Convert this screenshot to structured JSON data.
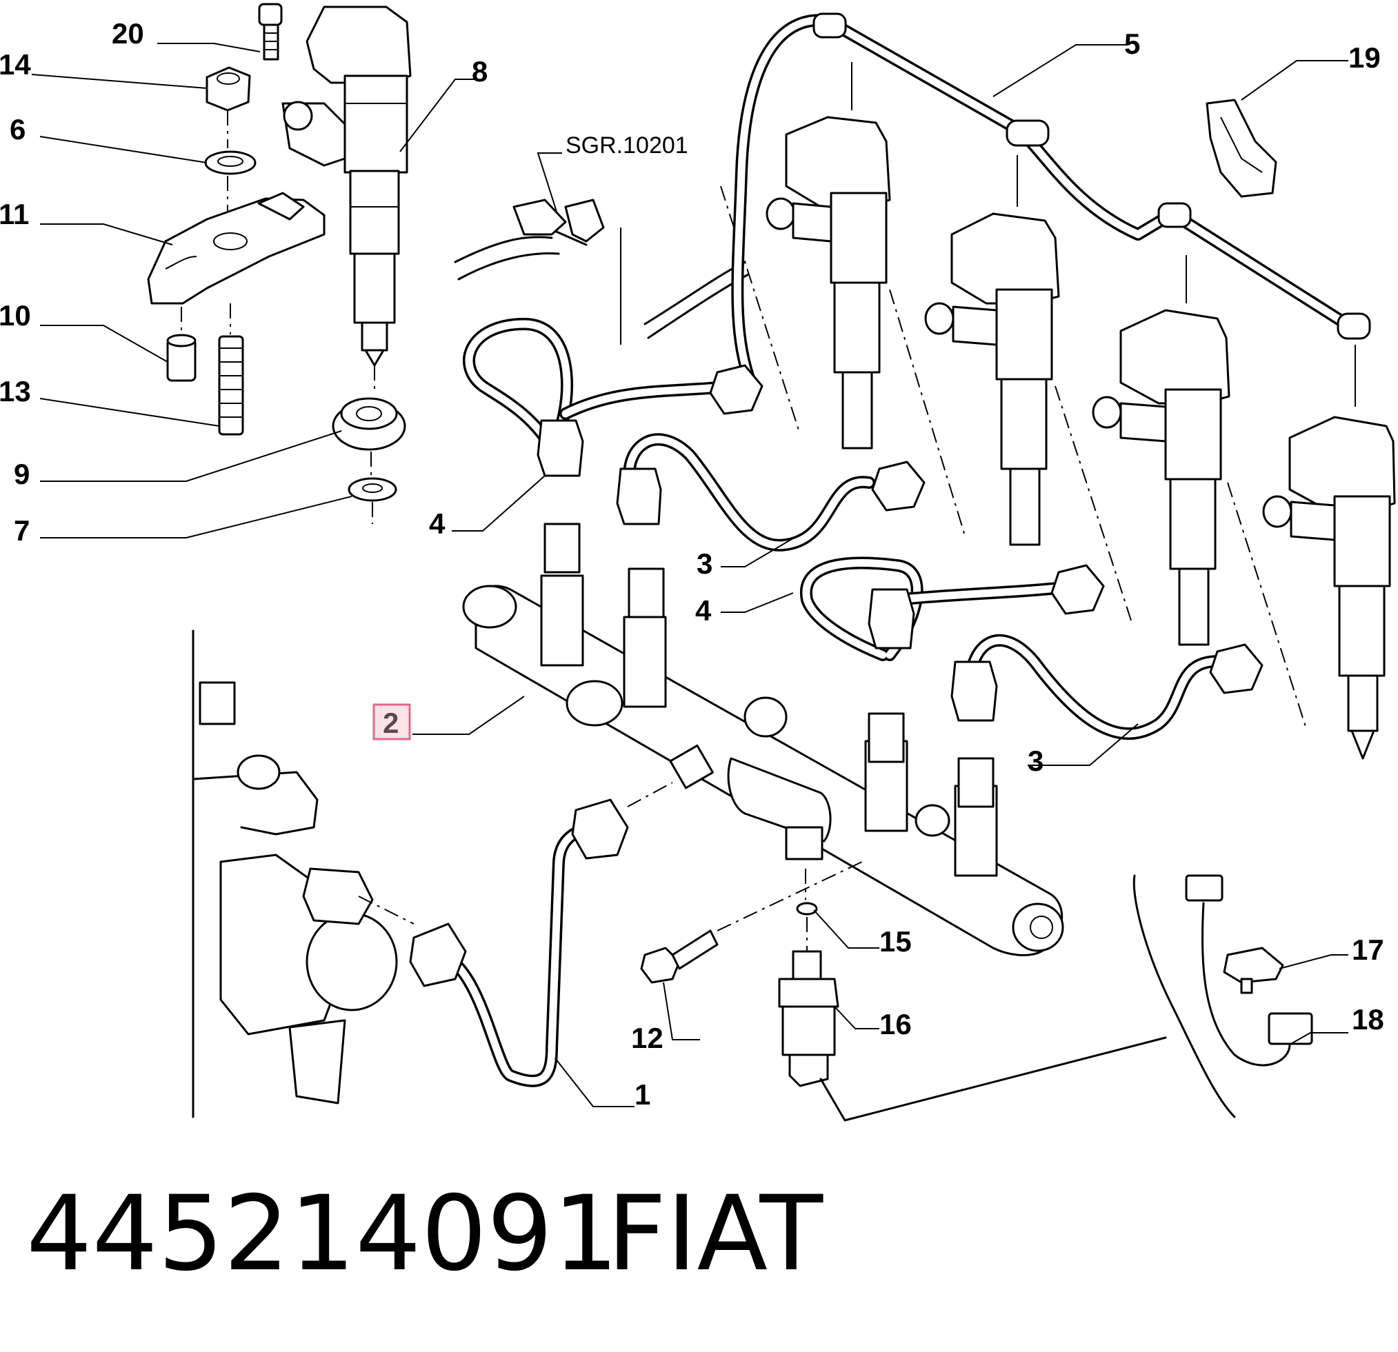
{
  "diagram": {
    "reference": "SGR.10201",
    "callouts": {
      "c1": "1",
      "c2": "2",
      "c3a": "3",
      "c3b": "3",
      "c4a": "4",
      "c4b": "4",
      "c5": "5",
      "c6": "6",
      "c7": "7",
      "c8": "8",
      "c9": "9",
      "c10": "10",
      "c11": "11",
      "c12": "12",
      "c13": "13",
      "c14": "14",
      "c15": "15",
      "c16": "16",
      "c17": "17",
      "c18": "18",
      "c19": "19",
      "c20": "20"
    },
    "highlighted_callout": "2",
    "colors": {
      "highlight_fill": "#fbe3ea",
      "highlight_border": "#e36a86"
    }
  },
  "footer": {
    "part_number": "445214091",
    "brand": "FIAT"
  }
}
